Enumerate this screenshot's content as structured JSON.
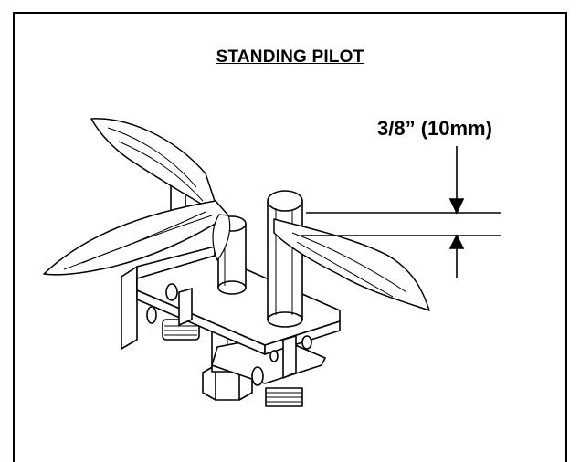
{
  "figure": {
    "title": "STANDING PILOT",
    "dimension_label": "3/8” (10mm)"
  },
  "icons": {
    "pilot_assembly": "pilot-burner-assembly-drawing",
    "dimension_arrows": "dimension-arrows"
  }
}
